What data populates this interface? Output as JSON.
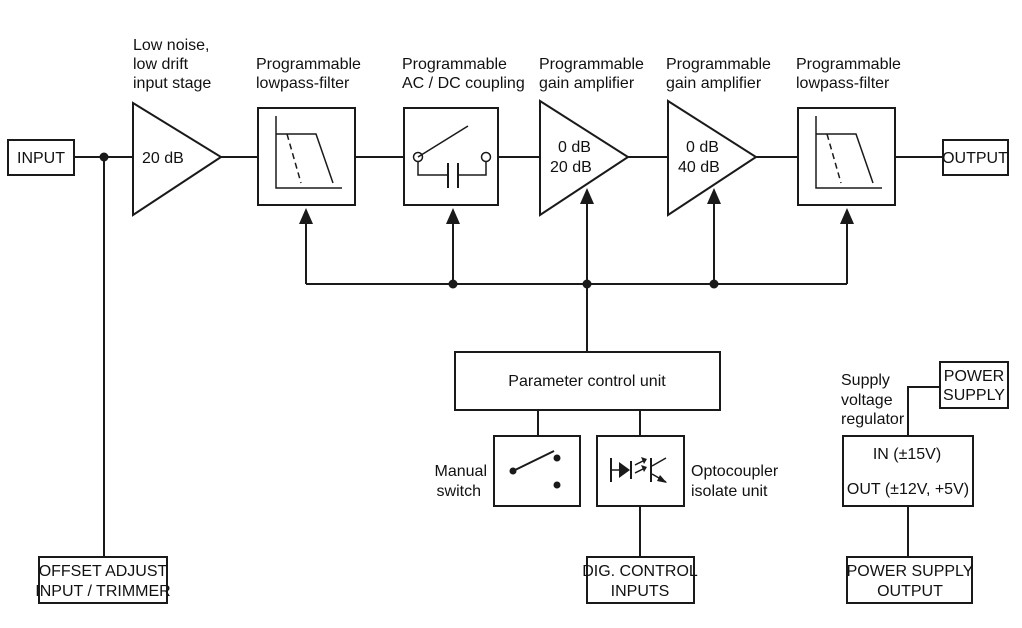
{
  "labels": {
    "input": "INPUT",
    "output": "OUTPUT",
    "offset": [
      "OFFSET ADJUST",
      "INPUT / TRIMMER"
    ],
    "input_stage_title": [
      "Low noise,",
      "low drift",
      "input stage"
    ],
    "input_stage_gain": "20 dB",
    "lpf1_title": [
      "Programmable",
      "lowpass-filter"
    ],
    "coupling_title": [
      "Programmable",
      "AC / DC coupling"
    ],
    "pga1_title": [
      "Programmable",
      "gain amplifier"
    ],
    "pga1_gains": [
      "0 dB",
      "20 dB"
    ],
    "pga2_title": [
      "Programmable",
      "gain amplifier"
    ],
    "pga2_gains": [
      "0 dB",
      "40 dB"
    ],
    "lpf2_title": [
      "Programmable",
      "lowpass-filter"
    ],
    "control_unit": "Parameter control unit",
    "manual_switch": [
      "Manual",
      "switch"
    ],
    "optocoupler": [
      "Optocoupler",
      "isolate unit"
    ],
    "dig_control": [
      "DIG. CONTROL",
      "INPUTS"
    ],
    "regulator_title": [
      "Supply",
      "voltage",
      "regulator"
    ],
    "regulator_in": "IN (±15V)",
    "regulator_out": "OUT (±12V, +5V)",
    "power_supply": [
      "POWER",
      "SUPPLY"
    ],
    "power_supply_output": [
      "POWER SUPPLY",
      "OUTPUT"
    ]
  }
}
